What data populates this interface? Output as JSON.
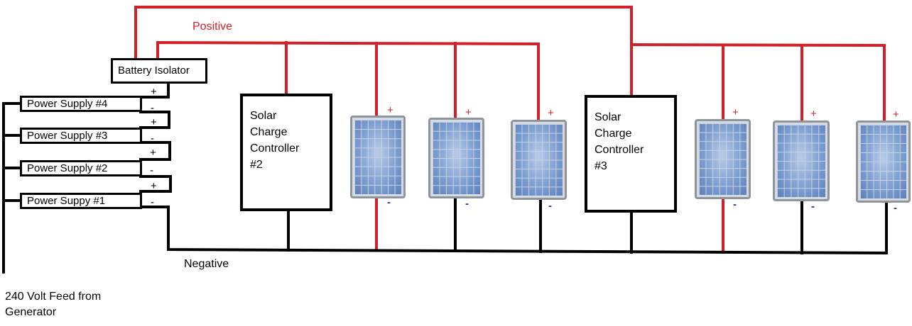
{
  "labels": {
    "positive": "Positive",
    "negative": "Negative",
    "feed": "240 Volt Feed from Generator"
  },
  "battery_isolator": "Battery Isolator",
  "power_supplies": [
    {
      "label": "Power Supply #4"
    },
    {
      "label": "Power Supply #3"
    },
    {
      "label": "Power Supply #2"
    },
    {
      "label": "Power Suppy #1"
    }
  ],
  "controllers": [
    {
      "label": "Solar Charge Controller #2"
    },
    {
      "label": "Solar Charge Controller #3"
    }
  ],
  "signs": {
    "plus": "+",
    "minus": "-"
  },
  "solar_panel_count": 6,
  "colors": {
    "positive_wire": "#d0202a",
    "negative_wire": "#000000",
    "panel_cell": "#6c8ec4"
  }
}
